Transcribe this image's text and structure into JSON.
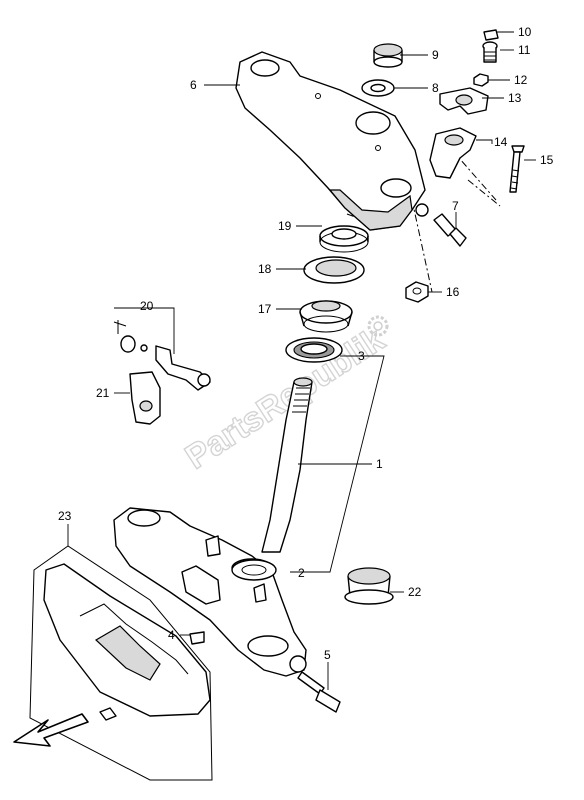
{
  "watermark": "PartsRepublik",
  "callouts": [
    "1",
    "2",
    "3",
    "4",
    "5",
    "6",
    "7",
    "8",
    "9",
    "10",
    "11",
    "12",
    "13",
    "14",
    "15",
    "16",
    "17",
    "18",
    "19",
    "20",
    "21",
    "22",
    "23"
  ],
  "icons": {
    "direction": "front-arrow-icon",
    "watermark_gear": "gear-icon"
  }
}
